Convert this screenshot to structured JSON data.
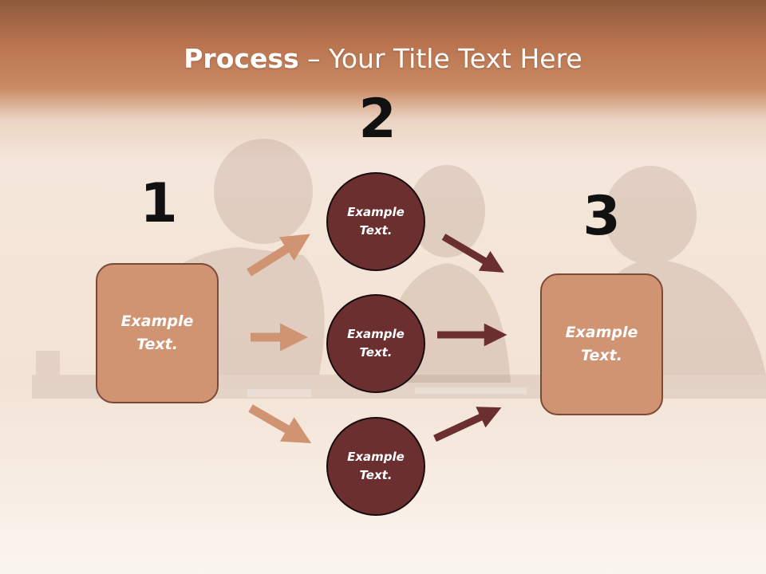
{
  "title": {
    "bold": "Process",
    "rest": " – Your Title Text Here"
  },
  "steps": {
    "one": "1",
    "two": "2",
    "three": "3"
  },
  "left_box": {
    "text": "Example\nText."
  },
  "circles": [
    {
      "text": "Example\nText."
    },
    {
      "text": "Example\nText."
    },
    {
      "text": "Example\nText."
    }
  ],
  "right_box": {
    "text": "Example\nText."
  },
  "colors": {
    "header": "#b9744f",
    "box_fill": "#d09473",
    "box_border": "#7a4a36",
    "circle_fill": "#6b2f2f",
    "arrow_light": "#d09473",
    "arrow_dark": "#6b2f2f"
  }
}
